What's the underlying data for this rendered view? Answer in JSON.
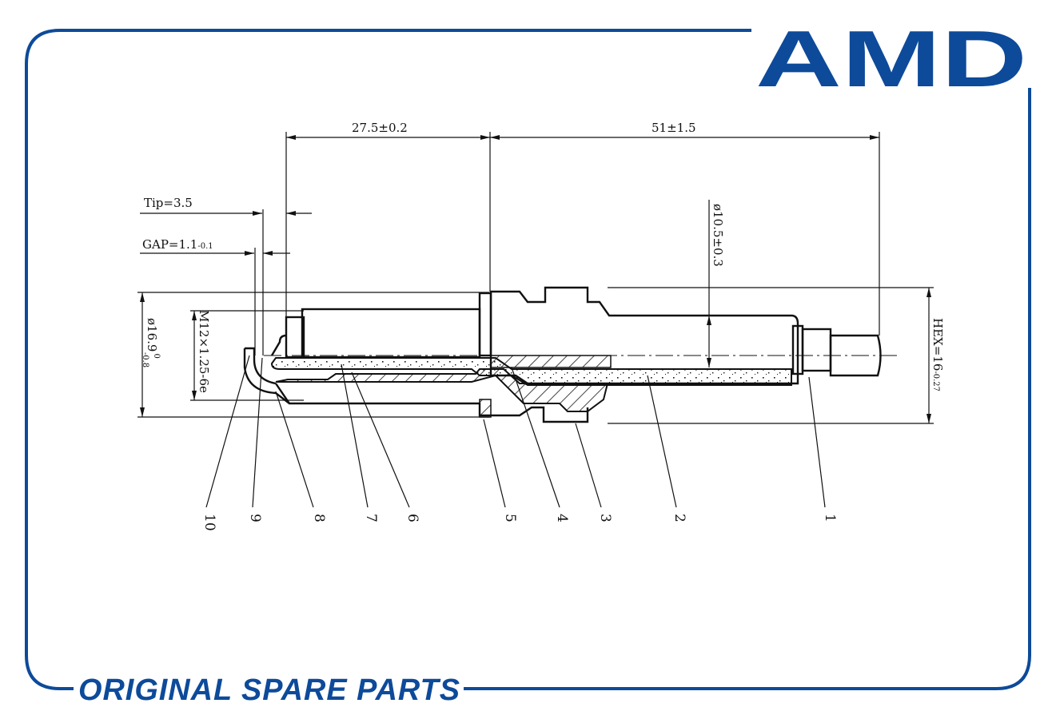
{
  "logo": {
    "text": "AMD"
  },
  "footer": {
    "text": "ORIGINAL SPARE PARTS"
  },
  "colors": {
    "brand": "#0d4a9a",
    "line": "#111111"
  },
  "dimensions": {
    "length_a": "27.5±0.2",
    "length_b": "51±1.5",
    "tip_main": "Tip=3.5",
    "gap_main": "GAP=1.1",
    "gap_tol": "-0.1",
    "insulator_dia": "ø10.5±0.3",
    "hex_main": "HEX=16",
    "hex_tol": "-0.27",
    "thread": "M12×1.25-6e",
    "body_dia_main": "ø16.9",
    "body_dia_tol_upper": "0",
    "body_dia_tol_lower": "-0.8"
  },
  "part_labels": [
    "10",
    "9",
    "8",
    "7",
    "6",
    "5",
    "4",
    "3",
    "2",
    "1"
  ]
}
